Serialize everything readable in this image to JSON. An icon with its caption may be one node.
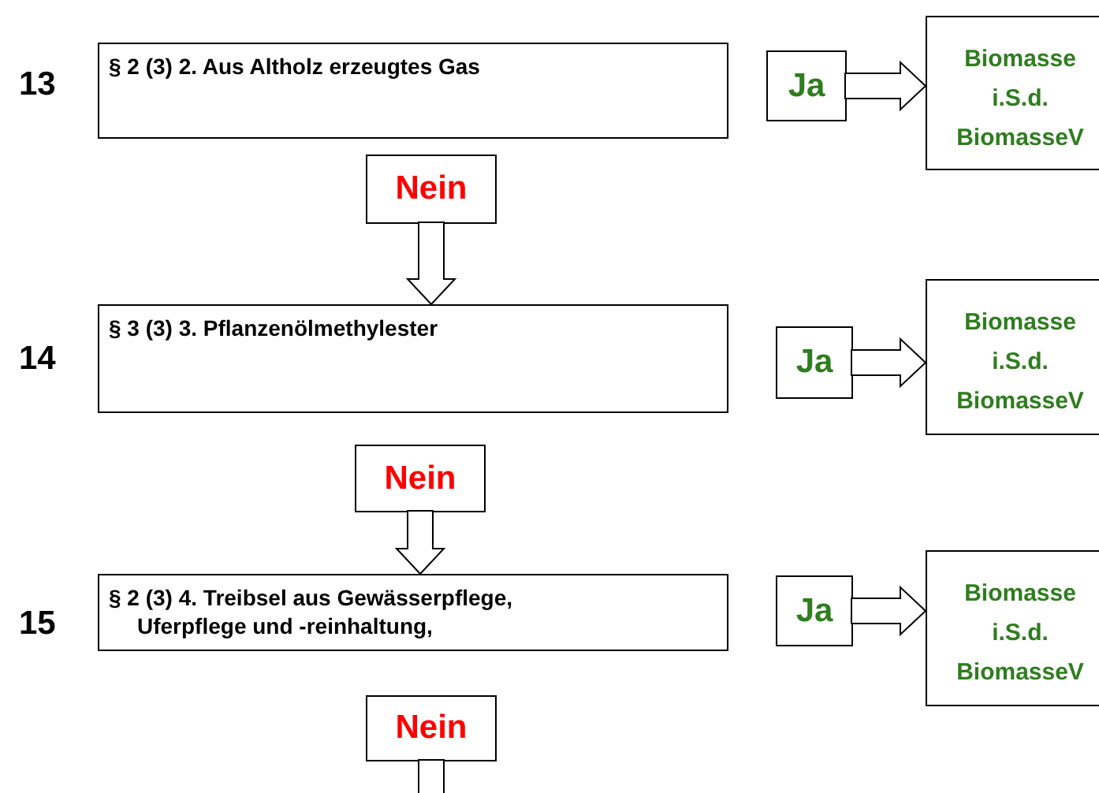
{
  "diagram": {
    "nodes": [
      {
        "text": [
          "§ 2 (3) 2. Aus Altholz erzeugtes Gas"
        ]
      },
      {
        "text": [
          "Ja"
        ]
      },
      {
        "text": [
          "Biomasse i.S.d. BiomasseV"
        ]
      },
      {
        "text": [
          "Nein"
        ]
      },
      {
        "text": [
          "§ 3 (3) 3. Pflanzenölmethylester"
        ]
      },
      {
        "text": [
          "Ja"
        ]
      },
      {
        "text": [
          "Biomasse i.S.d. BiomasseV"
        ]
      },
      {
        "text": [
          "Nein"
        ]
      },
      {
        "text": [
          "§ 2 (3) 4. Treibsel aus Gewässerpflege, Uferpflege und -reinhaltung,"
        ]
      },
      {
        "text": [
          "Ja"
        ]
      },
      {
        "text": [
          "Biomasse i.S.d. BiomasseV"
        ]
      },
      {
        "text": [
          "Nein"
        ]
      }
    ],
    "edges": [
      {
        "from": 1,
        "to": 2,
        "arrow": "to"
      },
      {
        "from": 3,
        "to": 4,
        "arrow": "to"
      },
      {
        "from": 5,
        "to": 6,
        "arrow": "to"
      },
      {
        "from": 7,
        "to": 8,
        "arrow": "to"
      },
      {
        "from": 9,
        "to": 10,
        "arrow": "to"
      },
      {
        "from": 11,
        "to": null,
        "arrow": "to"
      }
    ],
    "labels": [
      "13",
      "14",
      "15"
    ]
  }
}
